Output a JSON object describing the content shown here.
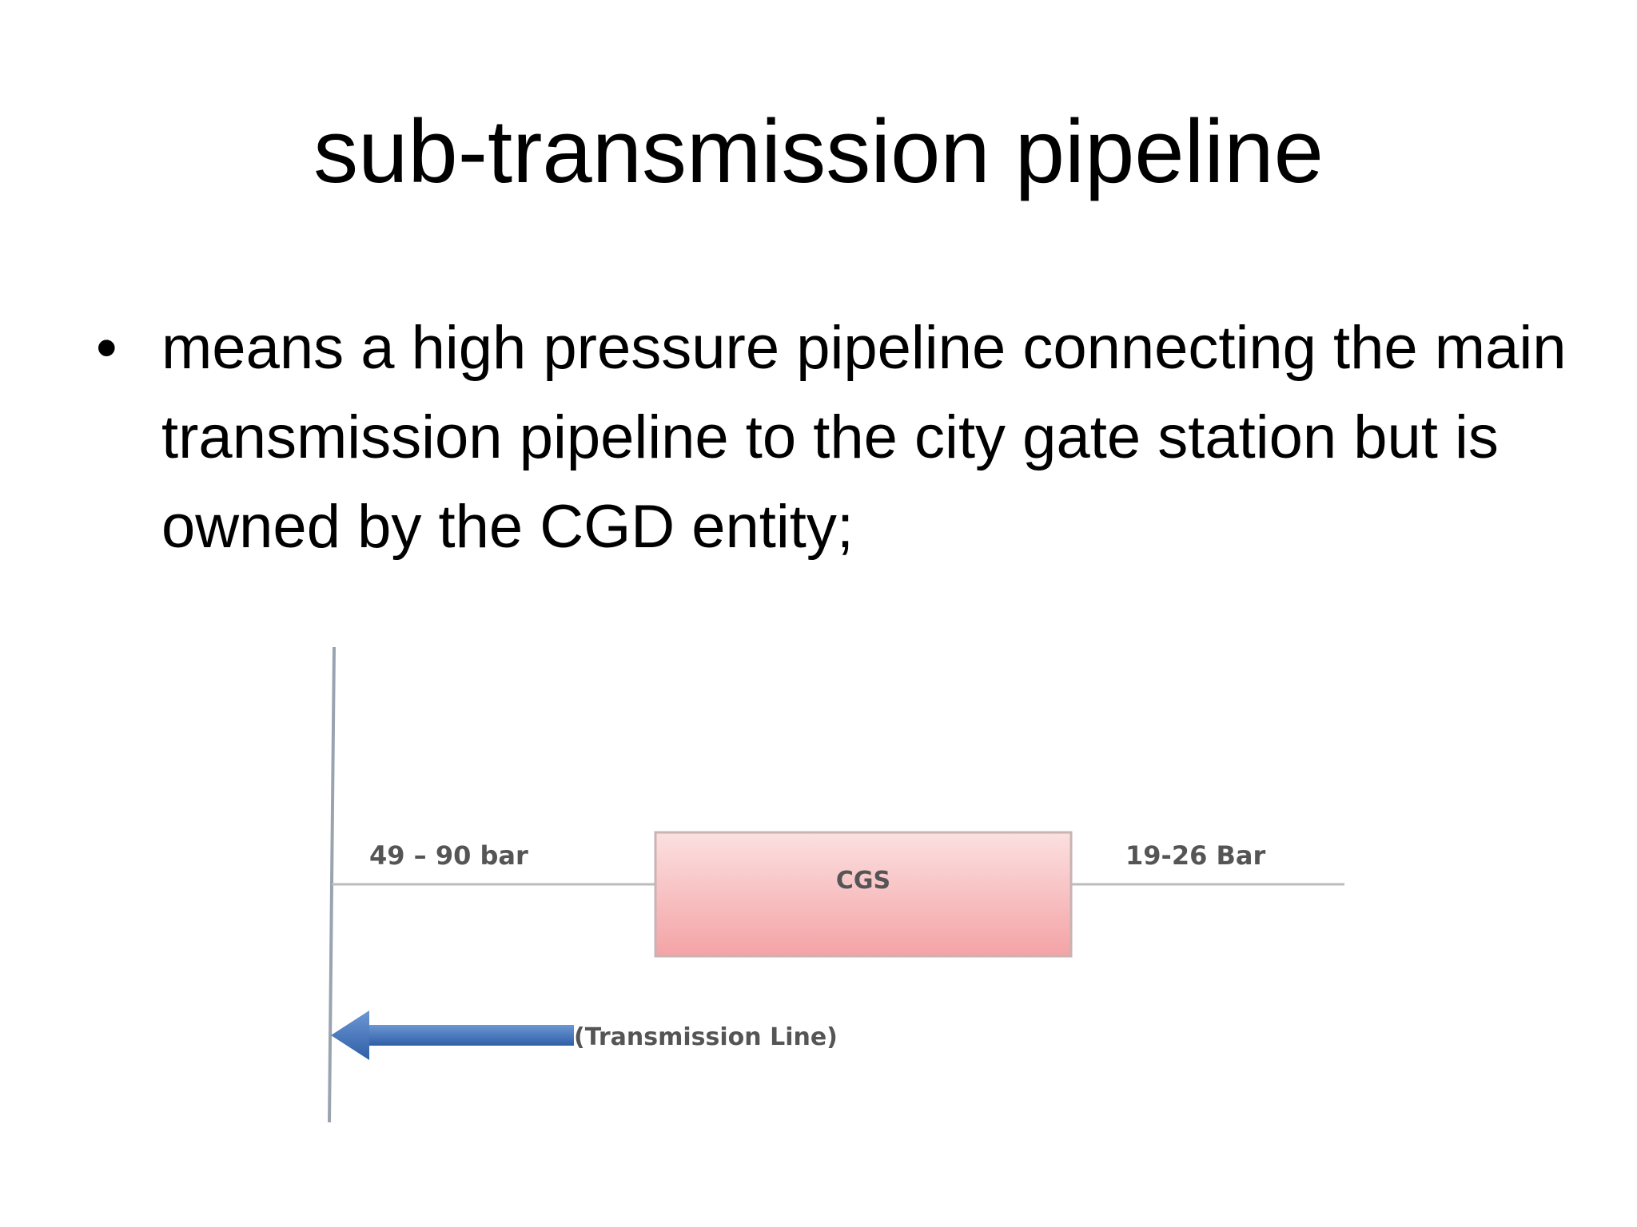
{
  "slide": {
    "title": "sub-transmission pipeline",
    "bullet": "means a high pressure pipeline connecting the main transmission pipeline to the city gate station but is owned by the CGD entity;"
  },
  "diagram": {
    "inlet_pressure": "49 – 90 bar",
    "station_label": "CGS",
    "outlet_pressure": "19-26 Bar",
    "transmission_label": "(Transmission Line)",
    "colors": {
      "station_fill_top": "#fbe0e0",
      "station_fill_bottom": "#f4a3a6",
      "arrow": "#3a6ab0",
      "lines": "#b8b8b8"
    }
  }
}
